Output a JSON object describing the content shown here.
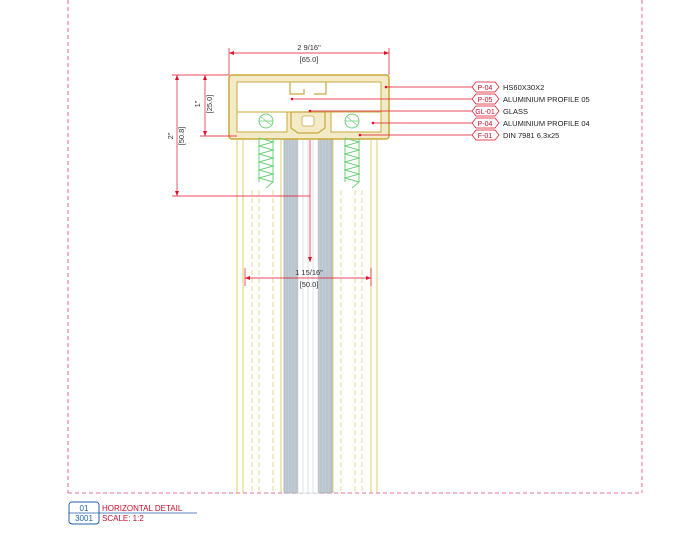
{
  "drawing": {
    "dimensions": {
      "top_width_imperial": "2 9/16\"",
      "top_width_metric": "[65.0]",
      "bottom_width_imperial": "1 15/16\"",
      "bottom_width_metric": "[50.0]",
      "left_outer_imperial": "2\"",
      "left_outer_metric": "[50.8]",
      "left_inner_imperial": "1\"",
      "left_inner_metric": "[25.0]"
    },
    "tags": [
      {
        "code": "P-04",
        "label": "HS60X30X2"
      },
      {
        "code": "P-05",
        "label": "ALUMINIUM PROFILE 05"
      },
      {
        "code": "GL-01",
        "label": "GLASS"
      },
      {
        "code": "P-04",
        "label": "ALUMINIUM PROFILE 04"
      },
      {
        "code": "F-01",
        "label": "DIN 7981 6.3x25"
      }
    ]
  },
  "title_block": {
    "detail_number": "01",
    "sheet_number": "3001",
    "title": "HORIZONTAL DETAIL",
    "scale": "SCALE: 1:2"
  },
  "colors": {
    "frame_border": "#e0407a",
    "aluminium_fill": "#f3ebc8",
    "aluminium_stroke": "#c9a83a",
    "screw": "#6fd07a",
    "glass": "#9aa4ad",
    "annotation": "#e0102a",
    "title_blue": "#1f5fa8"
  }
}
